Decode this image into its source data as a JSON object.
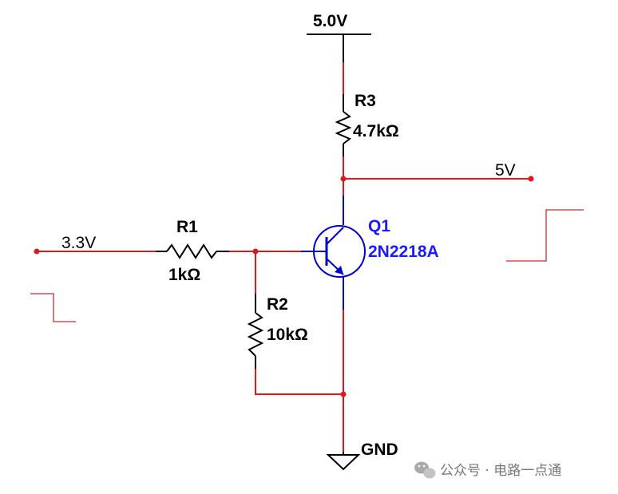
{
  "schematic": {
    "supply_label": "5.0V",
    "ground_label": "GND",
    "input_net_label": "3.3V",
    "output_net_label": "5V",
    "r1": {
      "ref": "R1",
      "value": "1kΩ"
    },
    "r2": {
      "ref": "R2",
      "value": "10kΩ"
    },
    "r3": {
      "ref": "R3",
      "value": "4.7kΩ"
    },
    "q1": {
      "ref": "Q1",
      "part": "2N2218A"
    }
  },
  "colors": {
    "wire": "#e8141c",
    "component": "#000000",
    "transistor": "#0000cc",
    "label_blue": "#1a1aff",
    "waveform": "#cc2a2a"
  },
  "watermark": {
    "icon": "wechat-icon",
    "text": "公众号 · 电路一点通"
  }
}
